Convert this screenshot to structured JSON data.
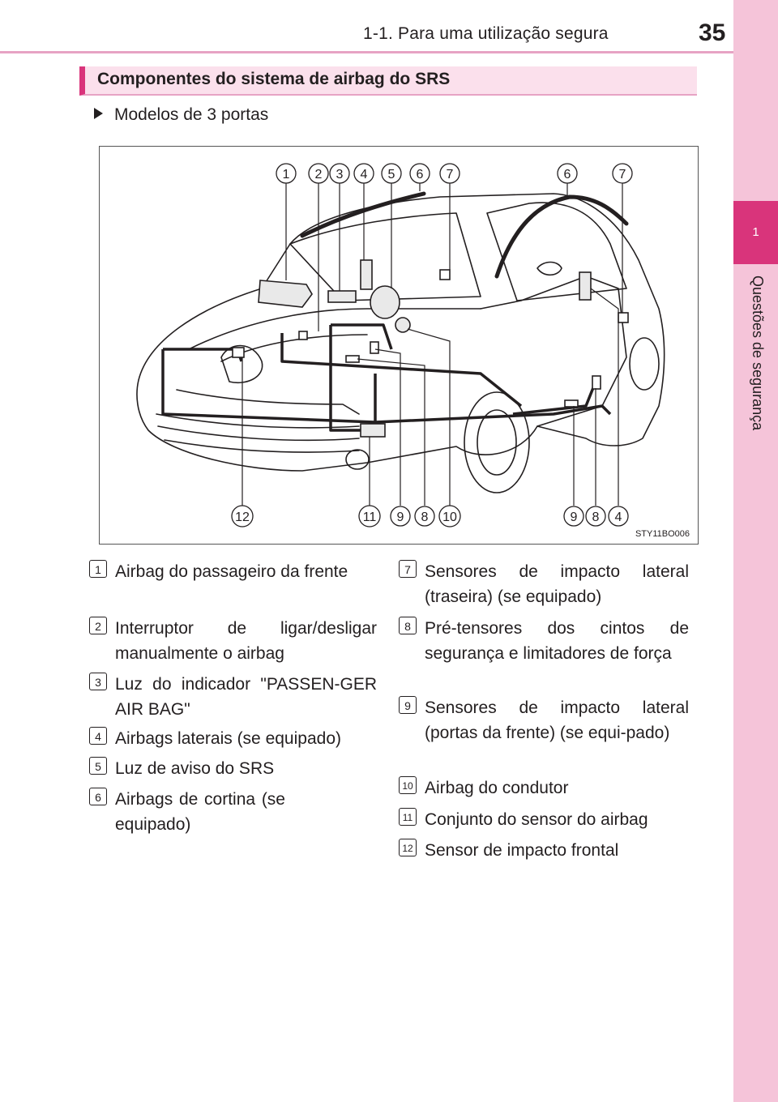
{
  "header": {
    "section": "1-1. Para uma utilização segura",
    "page_number": "35"
  },
  "side_tab": {
    "chapter": "1",
    "label": "Questões de segurança"
  },
  "heading": "Componentes do sistema de airbag do SRS",
  "subheading": "Modelos de 3 portas",
  "figure": {
    "code": "STY11BO006",
    "callouts_top": [
      "1",
      "2",
      "3",
      "4",
      "5",
      "6",
      "7",
      "6",
      "7"
    ],
    "callouts_bottom": [
      "12",
      "11",
      "9",
      "8",
      "10",
      "9",
      "8",
      "4"
    ]
  },
  "items": [
    {
      "num": "1",
      "text": "Airbag do passageiro da frente"
    },
    {
      "num": "2",
      "text": "Interruptor de ligar/desligar manualmente o airbag"
    },
    {
      "num": "3",
      "text": "Luz do indicador \"PASSEN-GER AIR BAG\""
    },
    {
      "num": "4",
      "text": "Airbags laterais (se equipado)"
    },
    {
      "num": "5",
      "text": "Luz de aviso do SRS"
    },
    {
      "num": "6",
      "text": "Airbags de cortina (se equipado)"
    },
    {
      "num": "7",
      "text": "Sensores de impacto lateral (traseira) (se equipado)"
    },
    {
      "num": "8",
      "text": "Pré-tensores dos cintos de segurança e limitadores de força"
    },
    {
      "num": "9",
      "text": "Sensores de impacto lateral (portas da frente) (se equi-pado)"
    },
    {
      "num": "10",
      "text": "Airbag do condutor"
    },
    {
      "num": "11",
      "text": "Conjunto do sensor do airbag"
    },
    {
      "num": "12",
      "text": "Sensor de impacto frontal"
    }
  ],
  "colors": {
    "accent": "#d9347b",
    "tab_bg": "#f5c4d9",
    "heading_bg": "#fbe0ec",
    "rule": "#e7a3c4"
  }
}
